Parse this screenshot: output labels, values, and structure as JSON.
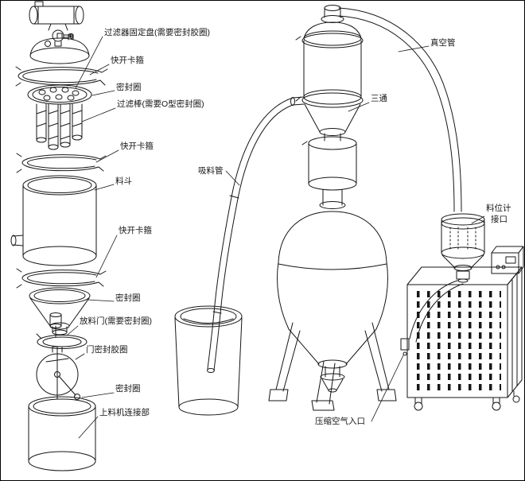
{
  "page": {
    "background": "#ffffff",
    "line_color": "#161616"
  },
  "diagram": {
    "labels": {
      "filter_plate": "过滤器固定盘(需要密封胶圈)",
      "quick_clamp_1": "快开卡箍",
      "seal_ring_1": "密封圈",
      "filter_rod": "过滤棒(需要O型密封圈)",
      "quick_clamp_2": "快开卡箍",
      "hopper": "料斗",
      "quick_clamp_3": "快开卡箍",
      "seal_ring_2": "密封圈",
      "discharge_door": "放料门(需要密封圈)",
      "door_seal_ring": "门密封胶圈",
      "seal_ring_3": "密封圈",
      "feeder_connection": "上料机连接部",
      "suction_pipe": "吸料管",
      "vacuum_pipe": "真空管",
      "tee": "三通",
      "level_gauge_port_lines": [
        "料位计",
        "接口"
      ],
      "compressed_air_inlet": "压缩空气入口"
    }
  }
}
